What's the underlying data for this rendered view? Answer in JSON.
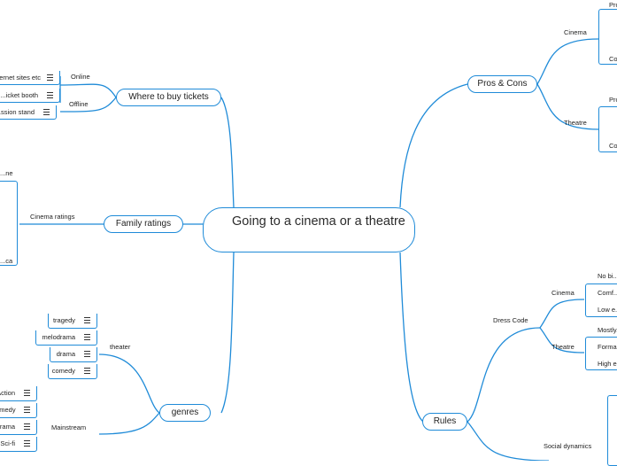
{
  "central": {
    "title": "Going to a cinema or a theatre"
  },
  "branches": {
    "where_to_buy": {
      "label": "Where to buy tickets",
      "online": {
        "label": "Online",
        "items": [
          "...ernet sites etc"
        ]
      },
      "offline": {
        "label": "Offline",
        "items": [
          "...icket booth",
          "...ssion stand"
        ]
      }
    },
    "family_ratings": {
      "label": "Family ratings",
      "cinema_ratings": {
        "label": "Cinema ratings",
        "items": [
          "...ne",
          "...ca"
        ]
      }
    },
    "genres": {
      "label": "genres",
      "theater": {
        "label": "theater",
        "items": [
          "tragedy",
          "melodrama",
          "drama",
          "comedy"
        ]
      },
      "mainstream": {
        "label": "Mainstream",
        "items": [
          "Action",
          "...medy",
          "...rama",
          "Sci-fi"
        ]
      }
    },
    "pros_cons": {
      "label": "Pros & Cons",
      "cinema": {
        "label": "Cinema",
        "items": [
          "Pro...",
          "Co..."
        ]
      },
      "theatre": {
        "label": "Theatre",
        "items": [
          "Pro...",
          "Co..."
        ]
      }
    },
    "rules": {
      "label": "Rules",
      "dress_code": {
        "label": "Dress Code",
        "cinema": {
          "label": "Cinema",
          "items": [
            "No bi...",
            "Comf...",
            "Low e..."
          ]
        },
        "theatre": {
          "label": "Theatre",
          "items": [
            "Mostly...",
            "Forma...",
            "High e..."
          ]
        }
      },
      "social_dynamics": {
        "label": "Social dynamics"
      }
    }
  },
  "colors": {
    "line": "#1f8bd8",
    "text": "#222222",
    "background": "#ffffff"
  }
}
